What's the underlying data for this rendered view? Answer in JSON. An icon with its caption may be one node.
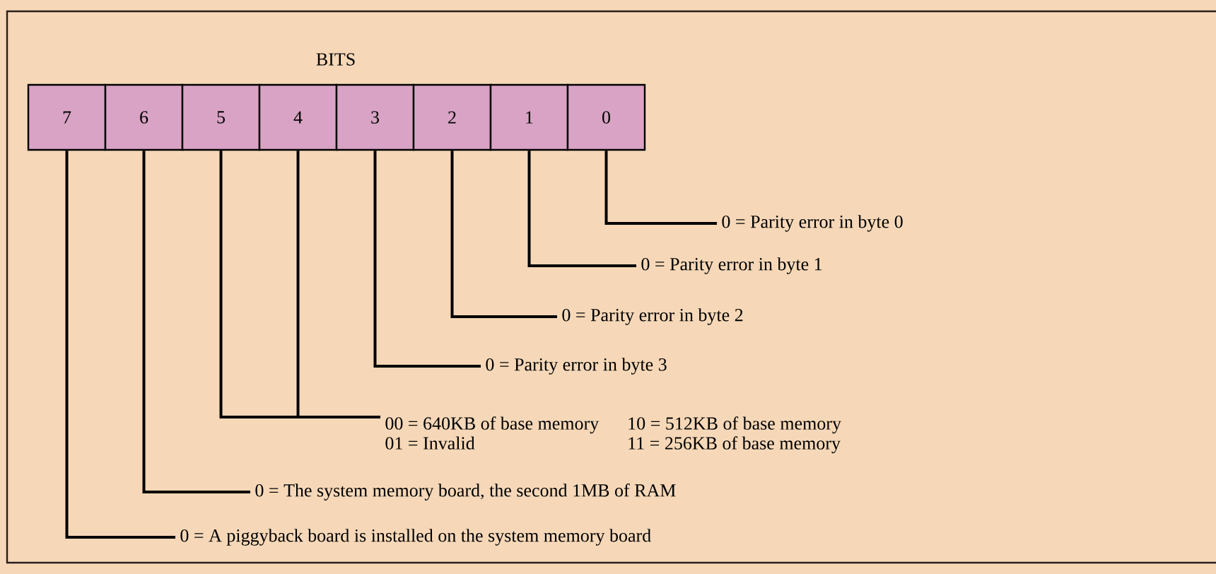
{
  "diagram": {
    "title": "BITS",
    "nodes": [
      {
        "text": [
          "7"
        ]
      },
      {
        "text": [
          "6"
        ]
      },
      {
        "text": [
          "5"
        ]
      },
      {
        "text": [
          "4"
        ]
      },
      {
        "text": [
          "3"
        ]
      },
      {
        "text": [
          "2"
        ]
      },
      {
        "text": [
          "1"
        ]
      },
      {
        "text": [
          "0"
        ]
      },
      {
        "text": [
          "0 = Parity error in byte 0"
        ]
      },
      {
        "text": [
          "0 = Parity error in byte 1"
        ]
      },
      {
        "text": [
          "0 = Parity error in byte 2"
        ]
      },
      {
        "text": [
          "0 = Parity error in byte 3"
        ]
      },
      {
        "text": [
          "00 = 640KB of base memory",
          "10 = 512KB of base memory",
          "01 = Invalid",
          "11 = 256KB of base memory"
        ]
      },
      {
        "text": [
          "0 = The system memory board, the second 1MB of RAM"
        ]
      },
      {
        "text": [
          "0 = A piggyback board is installed on the system memory board"
        ]
      }
    ],
    "edges": [
      {
        "from": 7,
        "to": 8,
        "arrow": "none"
      },
      {
        "from": 6,
        "to": 9,
        "arrow": "none"
      },
      {
        "from": 5,
        "to": 10,
        "arrow": "none"
      },
      {
        "from": 4,
        "to": 11,
        "arrow": "none"
      },
      {
        "from": 2,
        "to": 12,
        "arrow": "none"
      },
      {
        "from": 3,
        "to": 12,
        "arrow": "none"
      },
      {
        "from": 1,
        "to": 13,
        "arrow": "none"
      },
      {
        "from": 0,
        "to": 14,
        "arrow": "none"
      }
    ]
  }
}
